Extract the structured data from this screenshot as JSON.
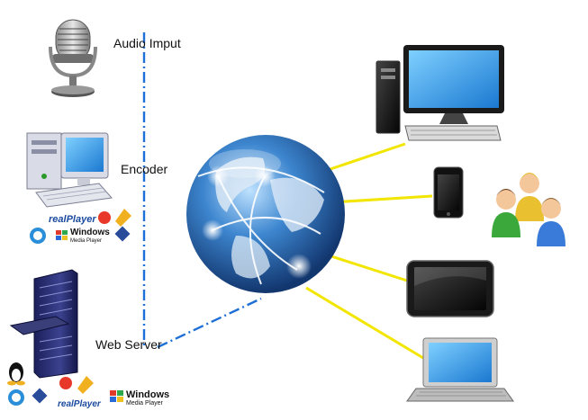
{
  "labels": {
    "audio_input": "Audio Imput",
    "encoder": "Encoder",
    "web_server": "Web Server"
  },
  "logos": {
    "realplayer": "realPlayer",
    "windows": "Windows",
    "media_player": "Media Player"
  },
  "colors": {
    "dash_line": "#1e6fd6",
    "connector": "#f2e600",
    "globe": "#2a6fb5"
  }
}
